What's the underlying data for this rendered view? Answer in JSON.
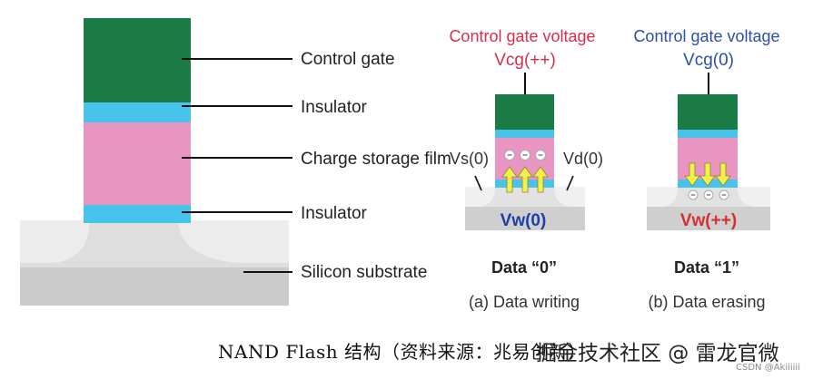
{
  "left_diagram": {
    "labels": {
      "control_gate": "Control gate",
      "insulator_top": "Insulator",
      "charge_storage": "Charge storage film",
      "insulator_bottom": "Insulator",
      "substrate": "Silicon substrate"
    }
  },
  "writing": {
    "voltage_title": "Control gate voltage",
    "vcg": "Vcg(++)",
    "vs": "Vs(0)",
    "vd": "Vd(0)",
    "vw": "Vw(0)",
    "data_label": "Data “0”",
    "caption": "(a) Data writing",
    "title_color": "#d42f4f",
    "vw_color": "#1f3fa8"
  },
  "erasing": {
    "voltage_title": "Control gate voltage",
    "vcg": "Vcg(0)",
    "vw": "Vw(++)",
    "data_label": "Data “1”",
    "caption": "(b) Data erasing",
    "title_color": "#2b4fa8",
    "vw_color": "#d42f2f"
  },
  "colors": {
    "gate_green": "#1b7b45",
    "insulator_blue": "#48c3ec",
    "storage_pink": "#e895c1",
    "substrate_gray": "#d6d6d6",
    "arrow_yellow": "#f3f04a"
  },
  "footer": {
    "caption": "NAND Flash 结构（资料来源：兆易创新）",
    "watermark": "掘金技术社区 @ 雷龙官微",
    "csdn": "CSDN @Akiiiiii"
  }
}
